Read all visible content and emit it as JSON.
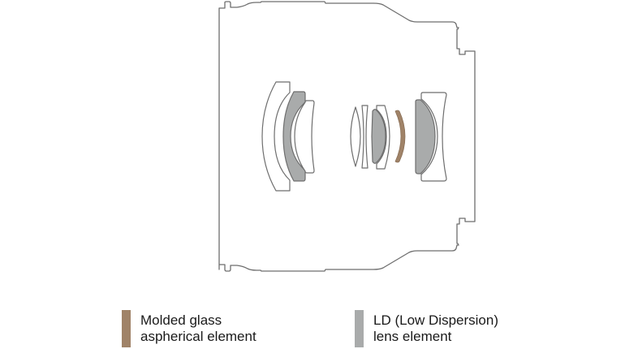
{
  "diagram": {
    "title": "Lens construction diagram",
    "colors": {
      "outline": "#6e6e6e",
      "ld_element": "#a9abab",
      "molded_aspherical": "#a08368",
      "clear_element": "#ffffff"
    }
  },
  "legend": [
    {
      "type": "molded-glass-aspherical",
      "line1": "Molded glass",
      "line2": "aspherical element",
      "color": "#a08368"
    },
    {
      "type": "ld-low-dispersion",
      "line1": "LD (Low Dispersion)",
      "line2": "lens element",
      "color": "#a9abab"
    }
  ]
}
